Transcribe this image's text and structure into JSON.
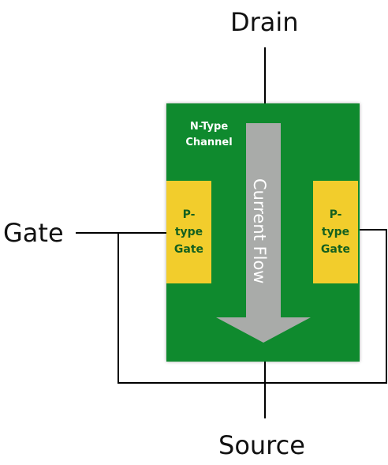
{
  "terminals": {
    "drain": "Drain",
    "gate": "Gate",
    "source": "Source"
  },
  "channel": {
    "label": "N-Type\nChannel",
    "color": "#0f8a2e"
  },
  "gates": {
    "left": "P-\ntype\nGate",
    "right": "P-\ntype\nGate",
    "color": "#f2cd2c"
  },
  "arrow": {
    "label": "Current Flow",
    "color": "#a9aba9"
  }
}
